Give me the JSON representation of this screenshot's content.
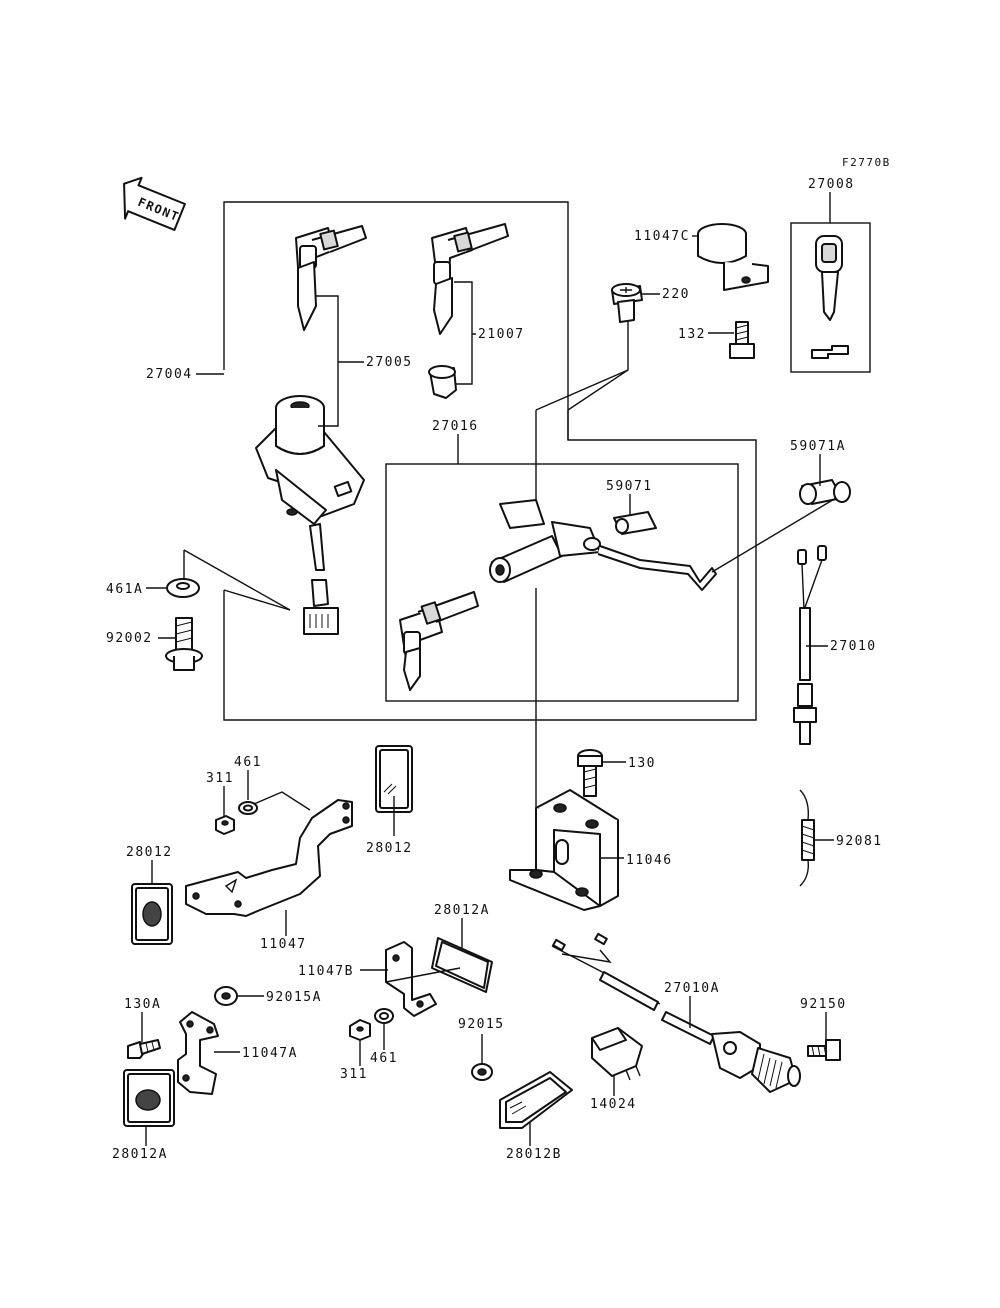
{
  "figure_code": "F2770B",
  "front_label": "FRONT",
  "labels": {
    "p27008": "27008",
    "p11047C": "11047C",
    "p220": "220",
    "p132": "132",
    "p27004": "27004",
    "p27005": "27005",
    "p21007": "21007",
    "p27016": "27016",
    "p59071": "59071",
    "p59071A": "59071A",
    "p27010": "27010",
    "p461A": "461A",
    "p92002": "92002",
    "p461_top": "461",
    "p311_top": "311",
    "p28012_right": "28012",
    "p28012_left": "28012",
    "p11047": "11047",
    "p130": "130",
    "p11046": "11046",
    "p92081": "92081",
    "p28012A_top": "28012A",
    "p11047B": "11047B",
    "p27010A": "27010A",
    "p92150": "92150",
    "p130A": "130A",
    "p92015A": "92015A",
    "p11047A": "11047A",
    "p92015": "92015",
    "p311_bottom": "311",
    "p461_bottom": "461",
    "p14024": "14024",
    "p28012A_bottom": "28012A",
    "p28012B": "28012B"
  }
}
